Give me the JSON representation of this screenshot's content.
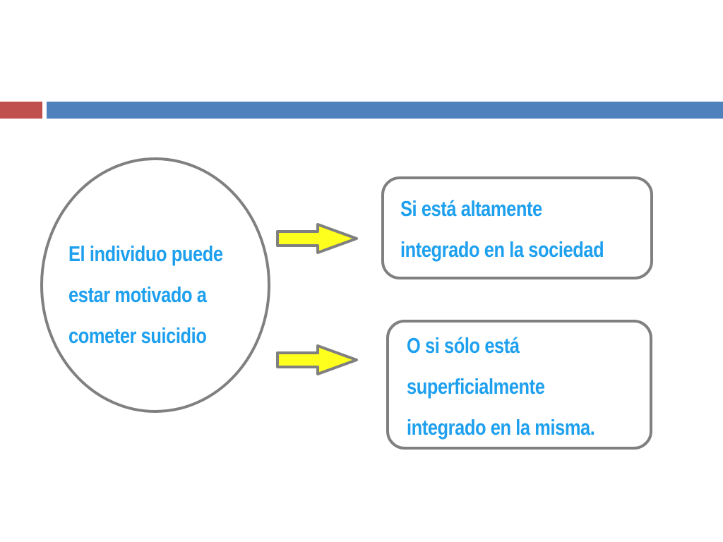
{
  "colors": {
    "accent_red": "#c0504d",
    "accent_blue": "#4f81bd",
    "text_blue": "#1ea0ee",
    "outline_gray": "#808080",
    "arrow_yellow": "#ffff1e"
  },
  "diagram": {
    "source": {
      "lines": [
        "El individuo puede",
        "estar motivado a",
        "cometer suicidio"
      ]
    },
    "outcomes": [
      {
        "lines": [
          "Si está altamente",
          "integrado en la sociedad"
        ]
      },
      {
        "lines": [
          "O si sólo está",
          "superficialmente",
          "integrado en la misma."
        ]
      }
    ]
  }
}
